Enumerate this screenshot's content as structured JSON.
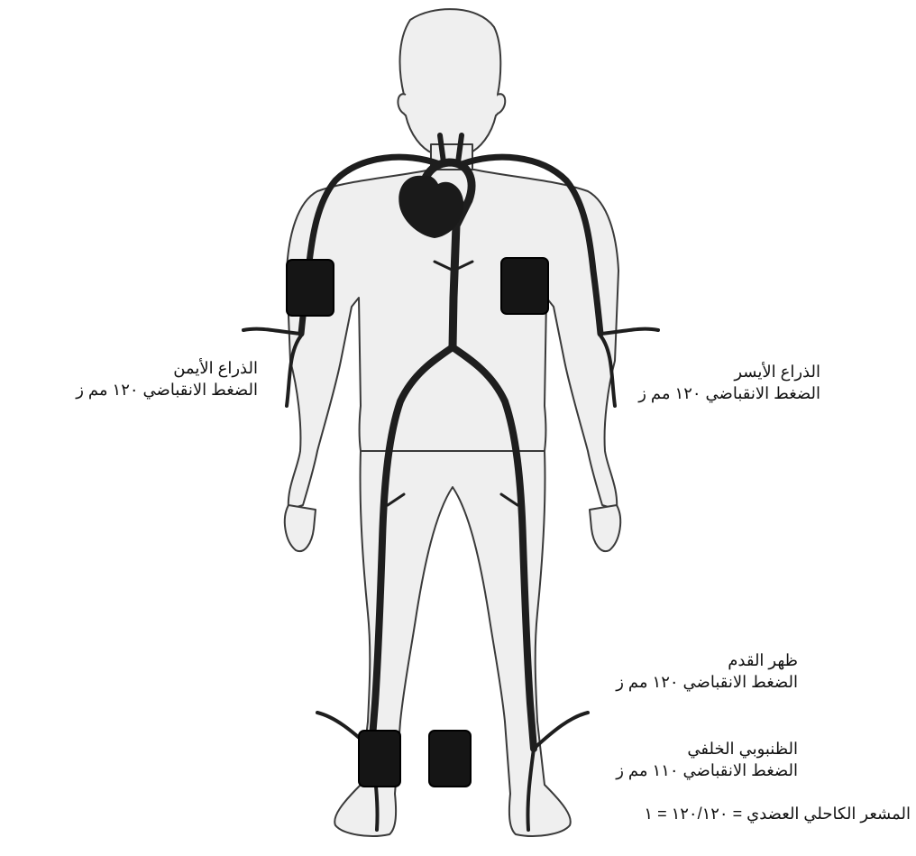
{
  "labels": {
    "right_arm": {
      "title": "الذراع الأيمن",
      "pressure": "الضغط الانقباضي ١٢٠ مم ز"
    },
    "left_arm": {
      "title": "الذراع الأيسر",
      "pressure": "الضغط الانقباضي ١٢٠ مم ز"
    },
    "dorsalis_pedis": {
      "title": "ظهر القدم",
      "pressure": "الضغط الانقباضي ١٢٠ مم ز"
    },
    "posterior_tibial": {
      "title": "الظنبوبي الخلفي",
      "pressure": "الضغط الانقباضي ١١٠ مم ز"
    },
    "abi": "المشعر الكاحلي العضدي = ١٢٠/١٢٠ = ١"
  },
  "colors": {
    "body_fill": "#efefef",
    "body_outline": "#3a3a3a",
    "artery": "#1e1e1e",
    "cuff": "#151515",
    "heart": "#1a1a1a",
    "text": "#111111"
  }
}
